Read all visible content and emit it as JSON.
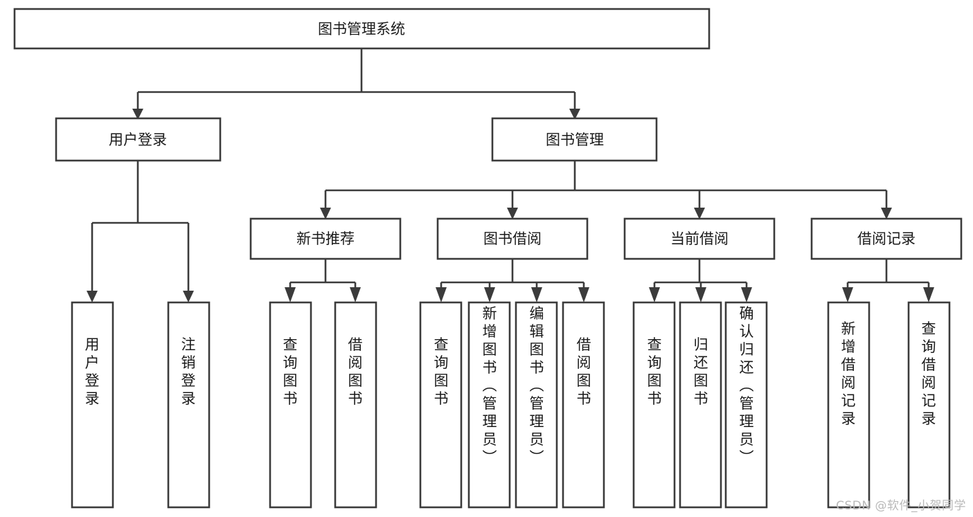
{
  "diagram": {
    "type": "tree-hierarchy",
    "title": "图书管理系统",
    "watermark": "CSDN @软件_小贺同学",
    "colors": {
      "stroke": "#3b3b3b",
      "fill": "#ffffff",
      "text": "#1a1a1a",
      "watermark": "#b9b9b9"
    },
    "levels": {
      "root": {
        "label": "图书管理系统"
      },
      "level2": [
        {
          "label": "用户登录"
        },
        {
          "label": "图书管理"
        }
      ],
      "level3": [
        {
          "label": "新书推荐"
        },
        {
          "label": "图书借阅"
        },
        {
          "label": "当前借阅"
        },
        {
          "label": "借阅记录"
        }
      ],
      "leaves": {
        "user_login": [
          {
            "label": "用户登录"
          },
          {
            "label": "注销登录"
          }
        ],
        "new_book_recommend": [
          {
            "label": "查询图书"
          },
          {
            "label": "借阅图书"
          }
        ],
        "book_borrow": [
          {
            "label": "查询图书"
          },
          {
            "label": "新增图书（管理员）"
          },
          {
            "label": "编辑图书（管理员）"
          },
          {
            "label": "借阅图书"
          }
        ],
        "current_borrow": [
          {
            "label": "查询图书"
          },
          {
            "label": "归还图书"
          },
          {
            "label": "确认归还（管理员）"
          }
        ],
        "borrow_record": [
          {
            "label": "新增借阅记录"
          },
          {
            "label": "查询借阅记录"
          }
        ]
      }
    }
  }
}
